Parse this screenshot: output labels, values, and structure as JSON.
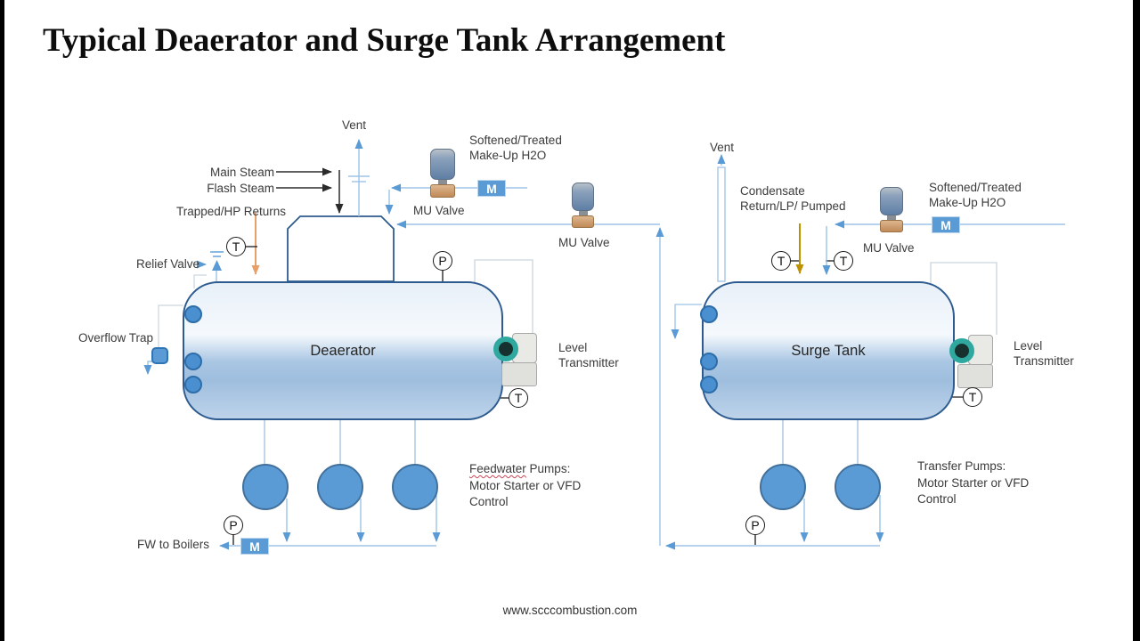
{
  "title": "Typical Deaerator and Surge Tank Arrangement",
  "footer": "www.scccombustion.com",
  "symbols": {
    "temperature": "T",
    "pressure": "P",
    "motor": "M"
  },
  "colors": {
    "piping_blue": "#9DC3E6",
    "arrow_blue": "#5B9BD5",
    "tank_border": "#2E5B8F",
    "pump_fill": "#5B9BD5",
    "hp_returns_orange": "#E8A06B",
    "condensate_gold": "#BF9000",
    "motor_box_blue": "#5B9BD5",
    "steam_black": "#2B2B2B"
  },
  "deaerator": {
    "name": "Deaerator",
    "vent": "Vent",
    "main_steam": "Main Steam",
    "flash_steam": "Flash Steam",
    "trapped_returns": "Trapped/HP Returns",
    "relief_valve": "Relief Valve",
    "overflow_trap": "Overflow Trap",
    "makeup_line1": "Softened/Treated",
    "makeup_line2": "Make-Up H2O",
    "mu_valve": "MU Valve",
    "mu_valve_2": "MU Valve",
    "level_line1": "Level",
    "level_line2": "Transmitter",
    "pumps_word": "Feedwater",
    "pumps_line1_rest": " Pumps:",
    "pumps_line2": "Motor Starter or VFD",
    "pumps_line3": "Control",
    "fw_to_boilers": "FW to Boilers"
  },
  "surge": {
    "name": "Surge Tank",
    "vent": "Vent",
    "condensate_line1": "Condensate",
    "condensate_line2": "Return/LP/ Pumped",
    "makeup_line1": "Softened/Treated",
    "makeup_line2": "Make-Up H2O",
    "mu_valve": "MU Valve",
    "level_line1": "Level",
    "level_line2": "Transmitter",
    "pumps_line1": "Transfer Pumps:",
    "pumps_line2": "Motor Starter or VFD",
    "pumps_line3": "Control"
  }
}
